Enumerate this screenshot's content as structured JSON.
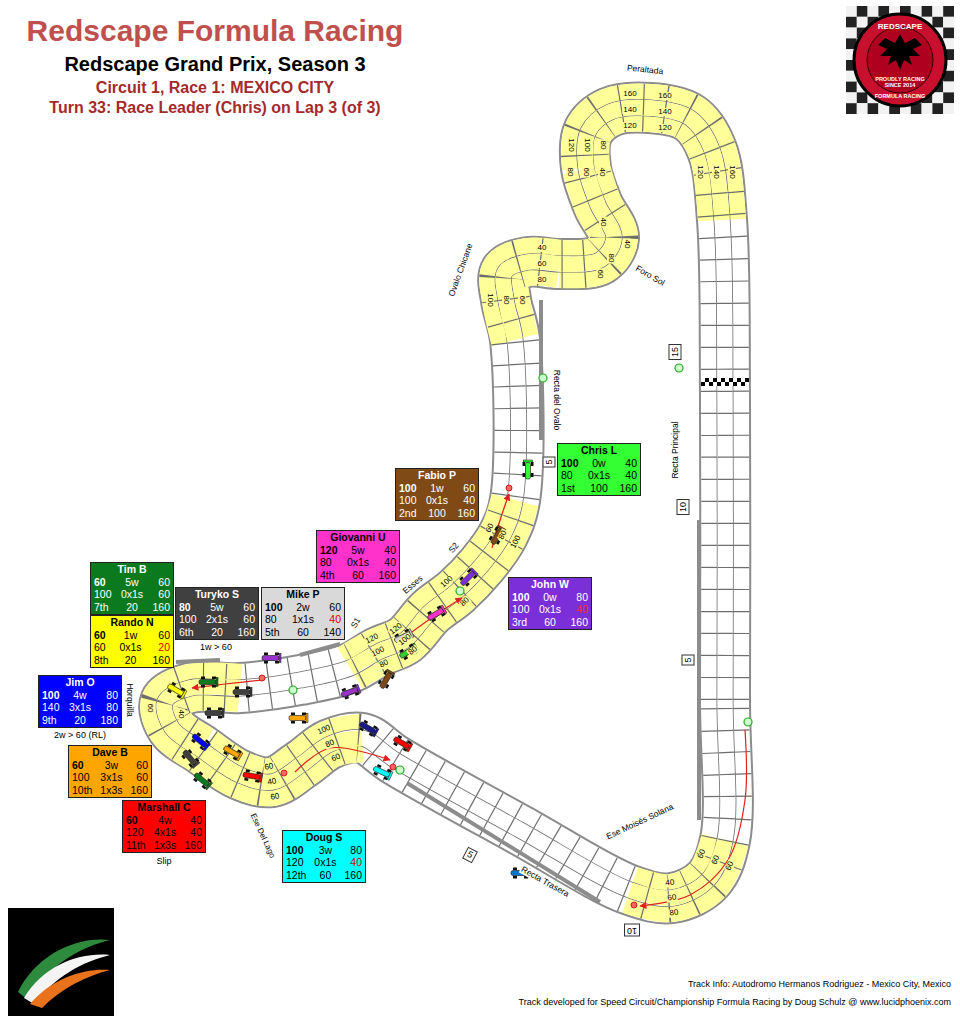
{
  "diagram": {
    "title": "Redscape Formula Racing",
    "nodes": [
      {
        "text": [
          "Chris L",
          "100",
          "0w",
          "40",
          "80",
          "0x1s",
          "40",
          "1st",
          "100",
          "160"
        ]
      },
      {
        "text": [
          "Fabio P",
          "100",
          "1w",
          "60",
          "100",
          "0x1s",
          "40",
          "2nd",
          "100",
          "160"
        ]
      },
      {
        "text": [
          "Giovanni U",
          "120",
          "5w",
          "40",
          "80",
          "0x1s",
          "40",
          "4th",
          "60",
          "160"
        ]
      },
      {
        "text": [
          "John W",
          "100",
          "0w",
          "80",
          "100",
          "0x1s",
          "40",
          "3rd",
          "60",
          "160"
        ]
      },
      {
        "text": [
          "Tim B",
          "60",
          "5w",
          "60",
          "100",
          "0x1s",
          "60",
          "7th",
          "20",
          "160"
        ]
      },
      {
        "text": [
          "Turyko S",
          "80",
          "5w",
          "60",
          "100",
          "2x1s",
          "60",
          "6th",
          "20",
          "160"
        ]
      },
      {
        "text": [
          "Mike P",
          "100",
          "2w",
          "60",
          "80",
          "1x1s",
          "40",
          "5th",
          "60",
          "140"
        ]
      },
      {
        "text": [
          "Rando N",
          "60",
          "1w",
          "60",
          "60",
          "0x1s",
          "20",
          "8th",
          "20",
          "160"
        ]
      },
      {
        "text": [
          "Jim O",
          "100",
          "4w",
          "80",
          "140",
          "3x1s",
          "80",
          "9th",
          "20",
          "180"
        ]
      },
      {
        "text": [
          "Dave B",
          "60",
          "3w",
          "60",
          "100",
          "3x1s",
          "60",
          "10th",
          "1x3s",
          "160"
        ]
      },
      {
        "text": [
          "Marshall C",
          "60",
          "4w",
          "40",
          "120",
          "4x1s",
          "40",
          "11th",
          "1x3s",
          "160"
        ]
      },
      {
        "text": [
          "Doug S",
          "100",
          "3w",
          "80",
          "120",
          "0x1s",
          "40",
          "12th",
          "60",
          "160"
        ]
      },
      {
        "text": [
          "15"
        ]
      },
      {
        "text": [
          "10"
        ]
      },
      {
        "text": [
          "5"
        ]
      },
      {
        "text": [
          "5"
        ]
      },
      {
        "text": [
          "5"
        ]
      },
      {
        "text": [
          "10"
        ]
      }
    ],
    "labels": [
      "Redscape Grand Prix, Season 3",
      "Circuit 1, Race 1: MEXICO CITY",
      "Turn 33: Race Leader (Chris) on Lap 3 (of 3)",
      "REDSCAPE",
      "PROUDLY RACING SINCE 2014",
      "FORMULA RACING",
      "Peraltada",
      "Ovalo Chicane",
      "Foro Sol",
      "Recta del Ovalo",
      "Recta Principal",
      "Esses",
      "S2",
      "S1",
      "Horquilla",
      "Ese Del Lago",
      "Recta Trasera",
      "Ese Moisés Solana",
      "1w > 60",
      "2w > 60 (RL)",
      "Slip",
      "Track Info: Autodromo Hermanos Rodriguez - Mexico City, Mexico",
      "Track developed for Speed Circuit/Championship Formula Racing by Doug Schulz @ www.lucidphoenix.com",
      "120",
      "140",
      "160",
      "160",
      "140",
      "120",
      "160",
      "140",
      "120",
      "120",
      "100",
      "80",
      "80",
      "60",
      "40",
      "40",
      "40",
      "80",
      "60",
      "40",
      "60",
      "80",
      "100",
      "80",
      "60",
      "60",
      "80",
      "100",
      "100",
      "80",
      "120",
      "100",
      "80",
      "120",
      "100",
      "80",
      "60",
      "40",
      "60",
      "40",
      "60",
      "100",
      "80",
      "60",
      "60",
      "60",
      "60",
      "40",
      "60",
      "80"
    ]
  }
}
